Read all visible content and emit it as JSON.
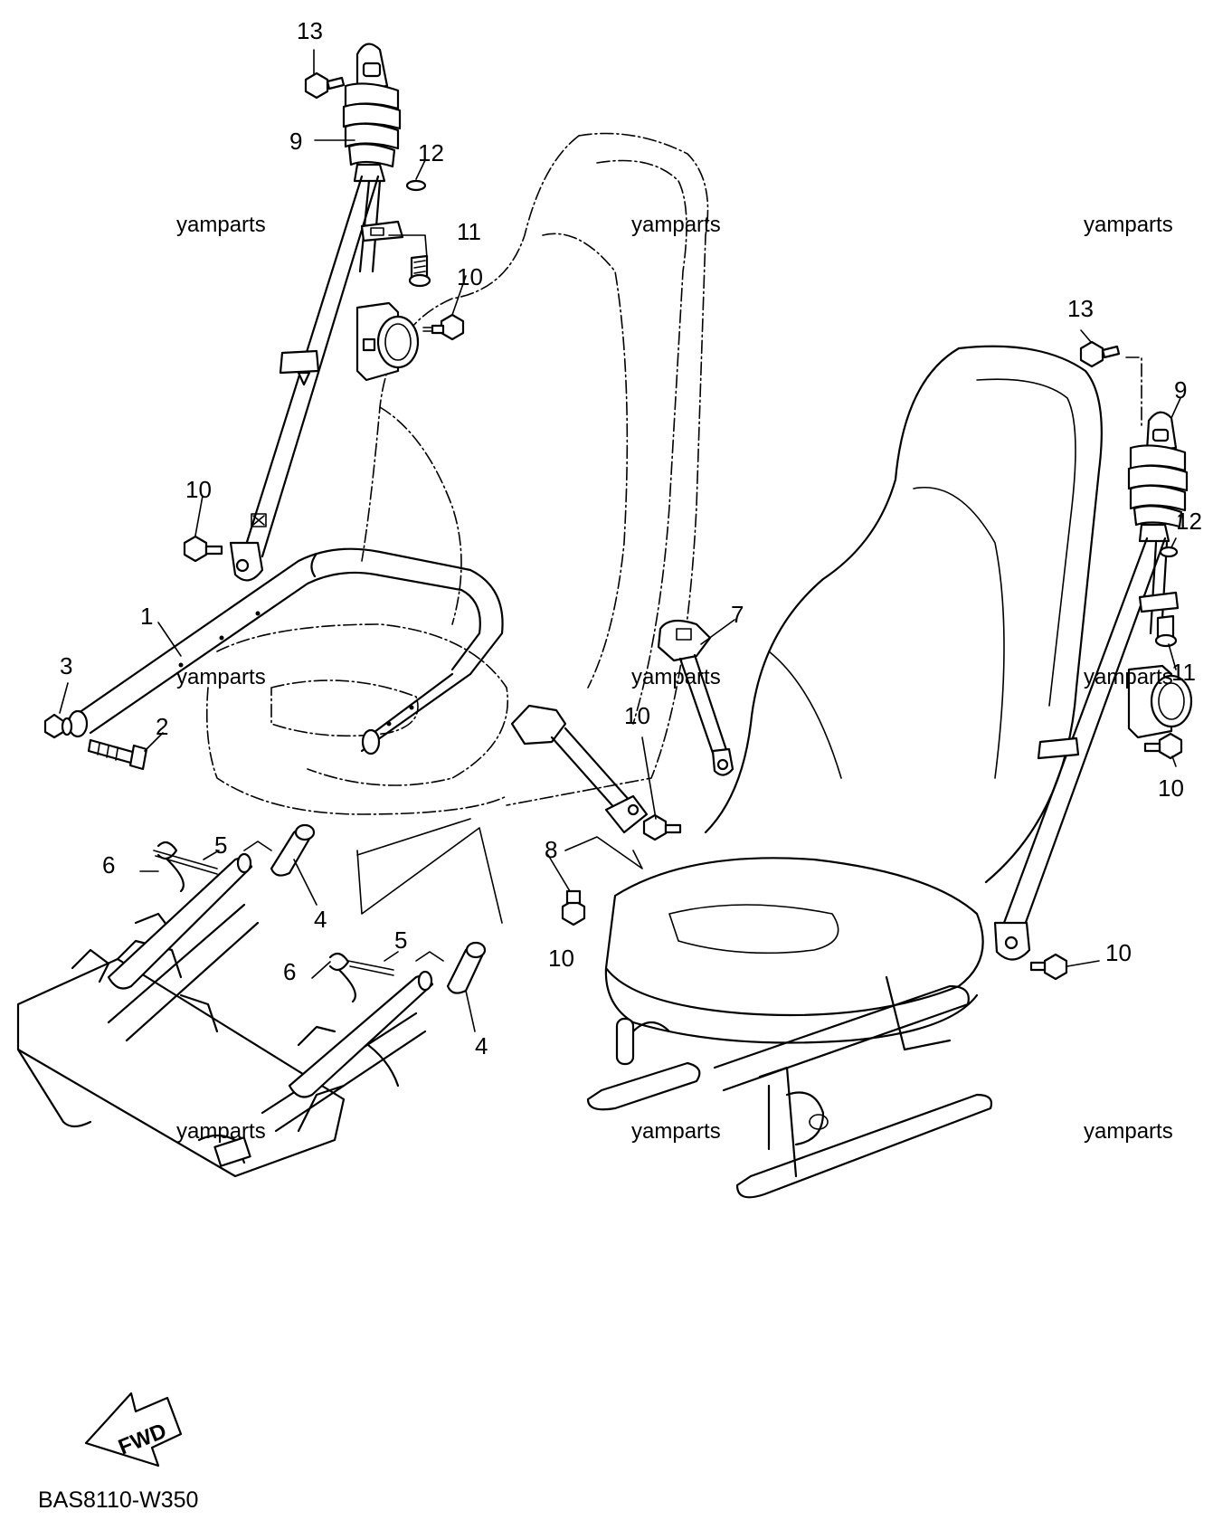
{
  "watermarks": [
    "yamparts",
    "yamparts",
    "yamparts",
    "yamparts",
    "yamparts",
    "yamparts",
    "yamparts",
    "yamparts",
    "yamparts"
  ],
  "callouts": {
    "c1": "1",
    "c2": "2",
    "c3": "3",
    "c4a": "4",
    "c4b": "4",
    "c5a": "5",
    "c5b": "5",
    "c6a": "6",
    "c6b": "6",
    "c7": "7",
    "c8": "8",
    "c9a": "9",
    "c9b": "9",
    "c10a": "10",
    "c10b": "10",
    "c10c": "10",
    "c10d": "10",
    "c10e": "10",
    "c10f": "10",
    "c11a": "11",
    "c11b": "11",
    "c12a": "12",
    "c12b": "12",
    "c13a": "13",
    "c13b": "13"
  },
  "fwd_label": "FWD",
  "diagram_code": "BAS8110-W350",
  "icons": [
    "forward-arrow-icon"
  ]
}
